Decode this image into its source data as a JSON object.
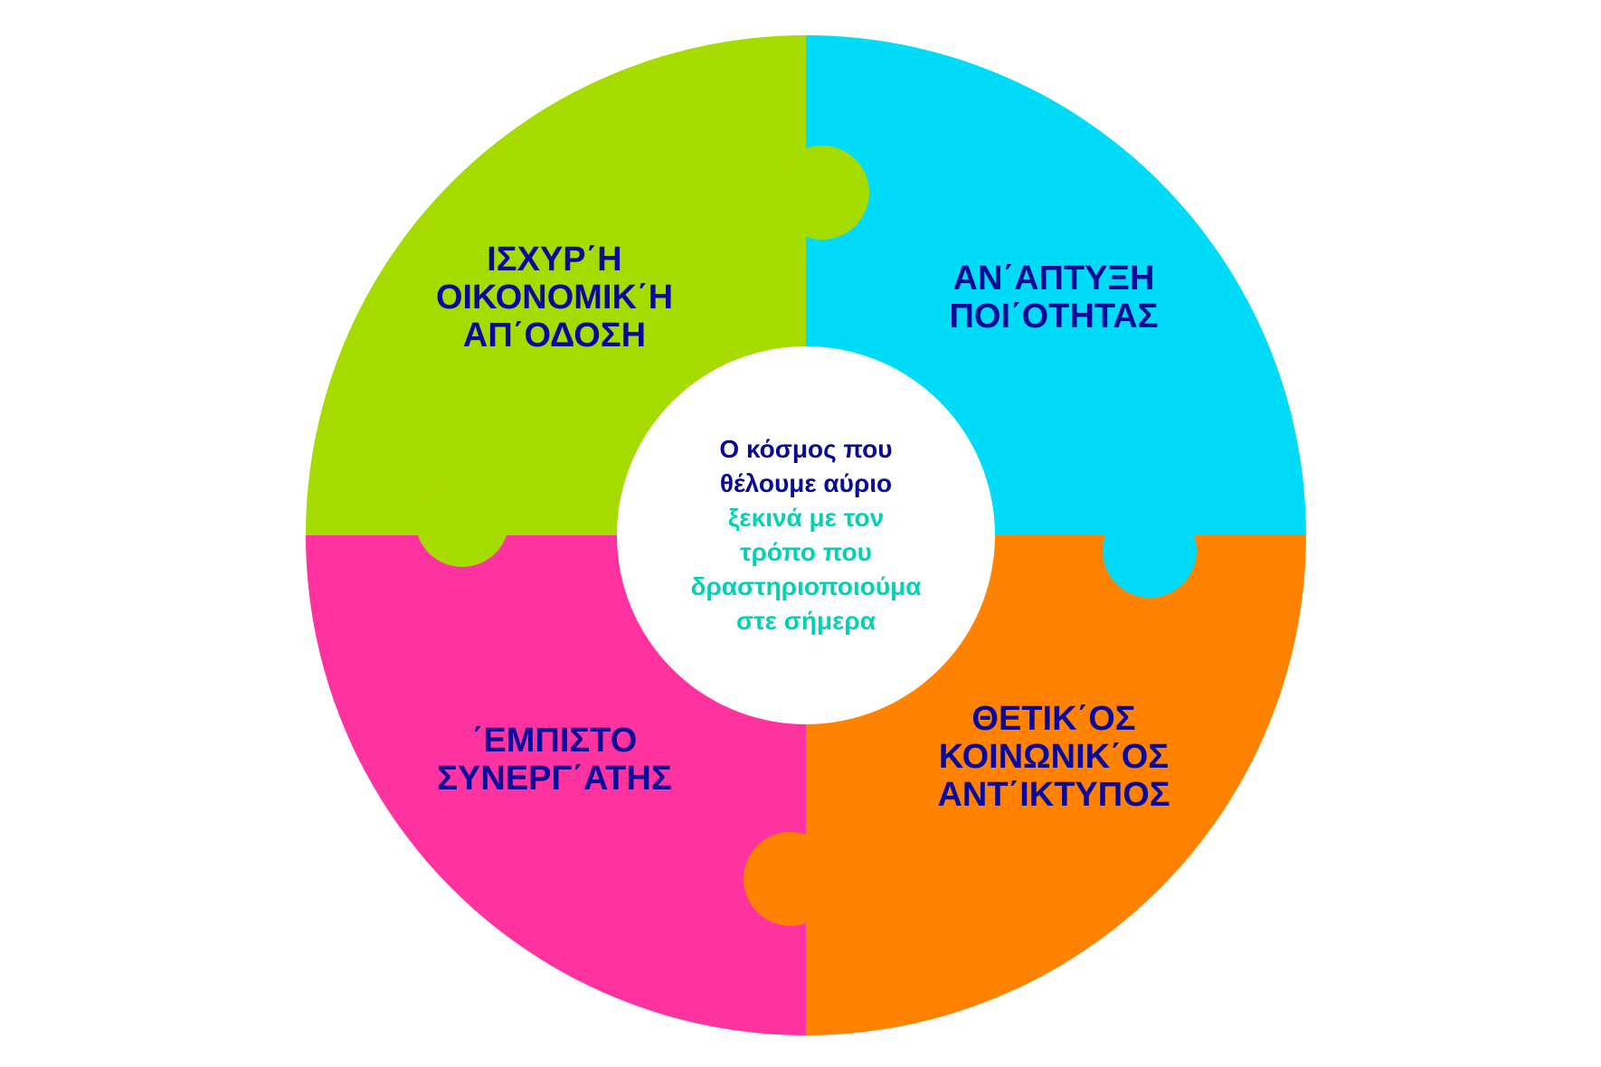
{
  "colors": {
    "green": "#A6DB00",
    "cyan": "#00DCF8",
    "orange": "#FF8200",
    "pink": "#FF33A0",
    "text_dark": "#0A0A9A",
    "text_teal": "#00D2B4"
  },
  "pieces": {
    "top_left": {
      "lines": [
        "ΙΣΧΥΡ΄Η",
        "ΟΙΚΟΝΟΜΙΚ΄Η",
        "ΑΠ΄ΟΔΟΣΗ"
      ]
    },
    "top_right": {
      "lines": [
        "ΑΝ΄ΑΠΤΥΞΗ",
        "ΠΟΙ΄ΟΤΗΤΑΣ"
      ]
    },
    "bottom_left": {
      "lines": [
        "΄ΕΜΠΙΣΤΟ",
        "ΣΥΝΕΡΓ΄ΑΤΗΣ"
      ]
    },
    "bottom_right": {
      "lines": [
        "ΘΕΤΙΚ΄ΟΣ",
        "ΚΟΙΝΩΝΙΚ΄ΟΣ",
        "ΑΝΤ΄ΙΚΤΥΠΟΣ"
      ]
    }
  },
  "center": {
    "dark_lines": [
      "Ο κόσμος που",
      "θέλουμε αύριο"
    ],
    "teal_lines": [
      "ξεκινά με τον",
      "τρόπο που",
      "δραστηριοποιούμα",
      "στε σήμερα"
    ]
  }
}
